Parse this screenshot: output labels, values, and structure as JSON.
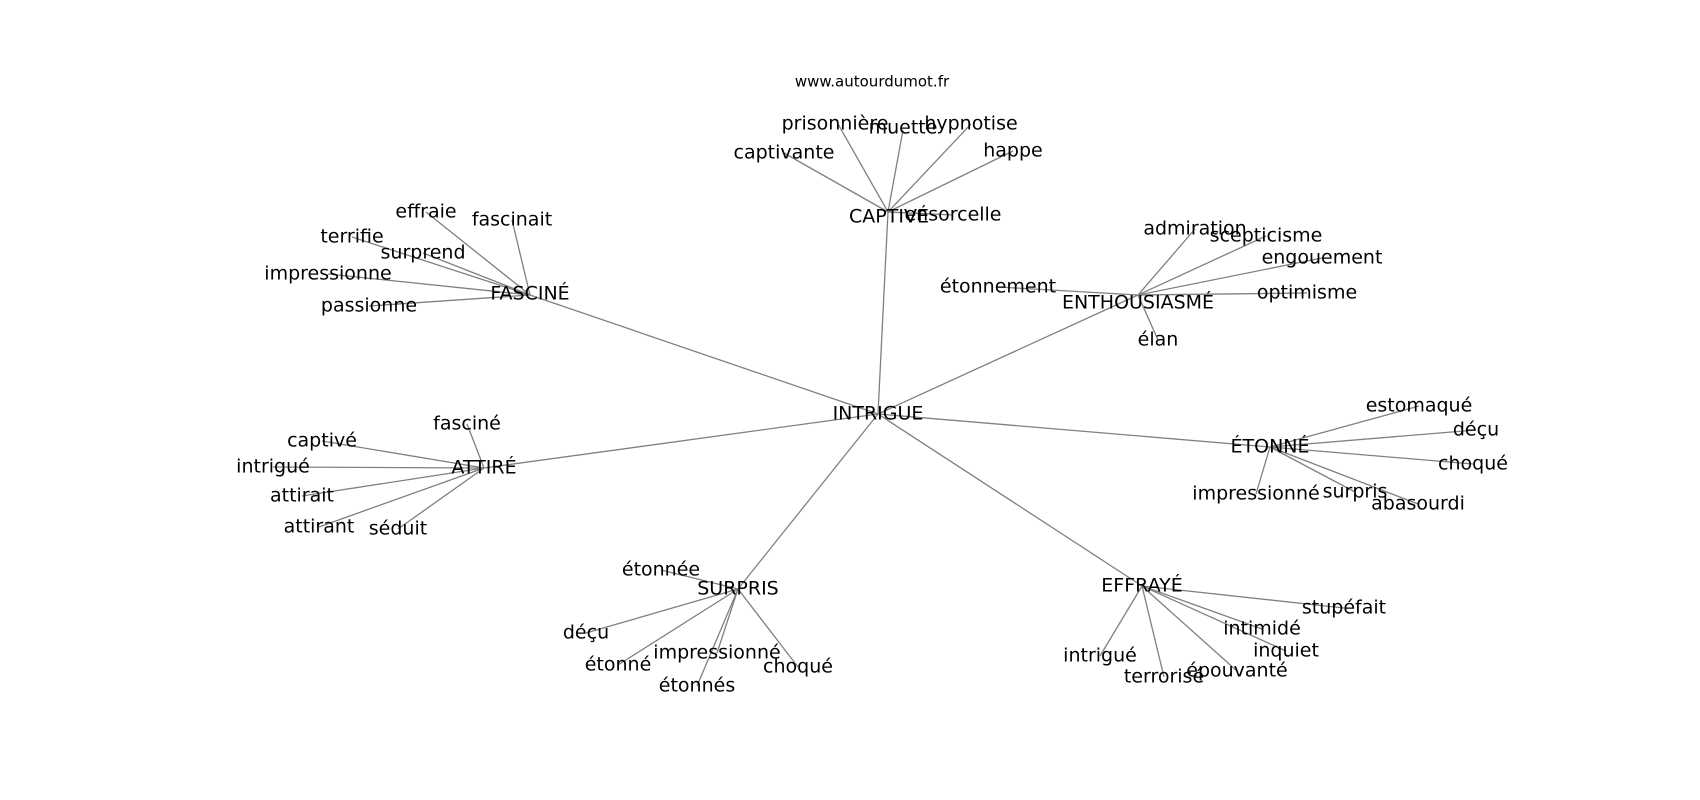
{
  "source": "www.autourdumot.fr",
  "colors": {
    "edge": "#808080",
    "text": "#000000",
    "background": "#ffffff"
  },
  "graph": {
    "center": "INTRIGUE",
    "clusters": [
      {
        "hub": "CAPTIVÉ",
        "words": [
          "prisonnière",
          "muette",
          "hypnotise",
          "captivante",
          "happe",
          "ensorcelle"
        ]
      },
      {
        "hub": "FASCINÉ",
        "words": [
          "effraie",
          "fascinait",
          "terrifie",
          "surprend",
          "impressionne",
          "passionne"
        ]
      },
      {
        "hub": "ENTHOUSIASMÉ",
        "words": [
          "admiration",
          "scepticisme",
          "engouement",
          "étonnement",
          "optimisme",
          "élan"
        ]
      },
      {
        "hub": "ATTIRÉ",
        "words": [
          "fasciné",
          "captivé",
          "intrigué",
          "attirait",
          "attirant",
          "séduit"
        ]
      },
      {
        "hub": "ÉTONNÉ",
        "words": [
          "estomaqué",
          "déçu",
          "choqué",
          "impressionné",
          "surpris",
          "abasourdi"
        ]
      },
      {
        "hub": "SURPRIS",
        "words": [
          "étonnée",
          "déçu",
          "étonné",
          "impressionné",
          "étonnés",
          "choqué"
        ]
      },
      {
        "hub": "EFFRAYÉ",
        "words": [
          "stupéfait",
          "intimidé",
          "inquiet",
          "intrigué",
          "terrorisé",
          "épouvanté"
        ]
      }
    ]
  }
}
